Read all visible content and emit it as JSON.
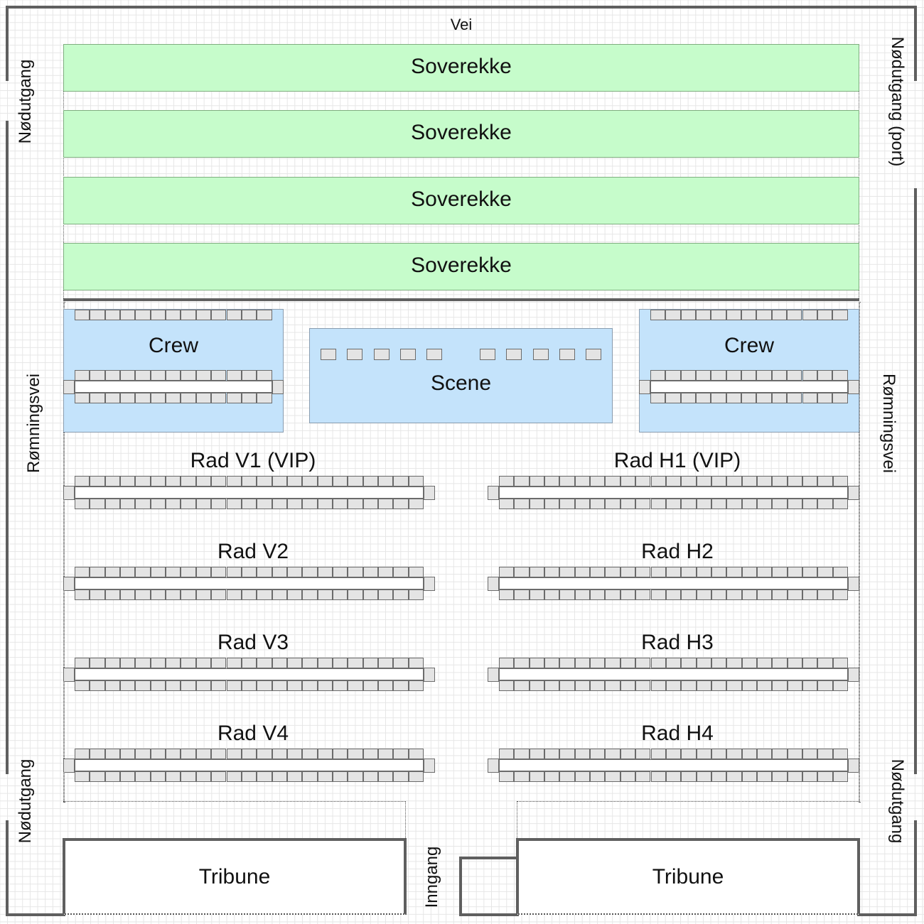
{
  "labels": {
    "road": "Vei",
    "emergency_exit": "Nødutgang",
    "emergency_exit_gate": "Nødutgang (port)",
    "escape_route": "Rømningsvei",
    "entrance": "Inngang",
    "stage": "Scene",
    "crew": "Crew",
    "tribune": "Tribune"
  },
  "sleep_rows": [
    "Soverekke",
    "Soverekke",
    "Soverekke",
    "Soverekke"
  ],
  "crew_areas": [
    {
      "id": "crew-left",
      "label": "Crew",
      "seats_per_line": 13
    },
    {
      "id": "crew-right",
      "label": "Crew",
      "seats_per_line": 13
    }
  ],
  "stage": {
    "label": "Scene",
    "equipment_units": 10
  },
  "seat_rows": [
    {
      "id": "v1",
      "label": "Rad V1 (VIP)",
      "seats_per_side": 23
    },
    {
      "id": "h1",
      "label": "Rad H1 (VIP)",
      "seats_per_side": 23
    },
    {
      "id": "v2",
      "label": "Rad V2",
      "seats_per_side": 23
    },
    {
      "id": "h2",
      "label": "Rad H2",
      "seats_per_side": 23
    },
    {
      "id": "v3",
      "label": "Rad V3",
      "seats_per_side": 23
    },
    {
      "id": "h3",
      "label": "Rad H3",
      "seats_per_side": 23
    },
    {
      "id": "v4",
      "label": "Rad V4",
      "seats_per_side": 23
    },
    {
      "id": "h4",
      "label": "Rad H4",
      "seats_per_side": 23
    }
  ],
  "tribunes": [
    "Tribune",
    "Tribune"
  ],
  "colors": {
    "sleep_area": "#c6fccb",
    "crew_stage_area": "#c4e3fb",
    "seat": "#e4e4e4",
    "wall": "#5f5f5f"
  }
}
